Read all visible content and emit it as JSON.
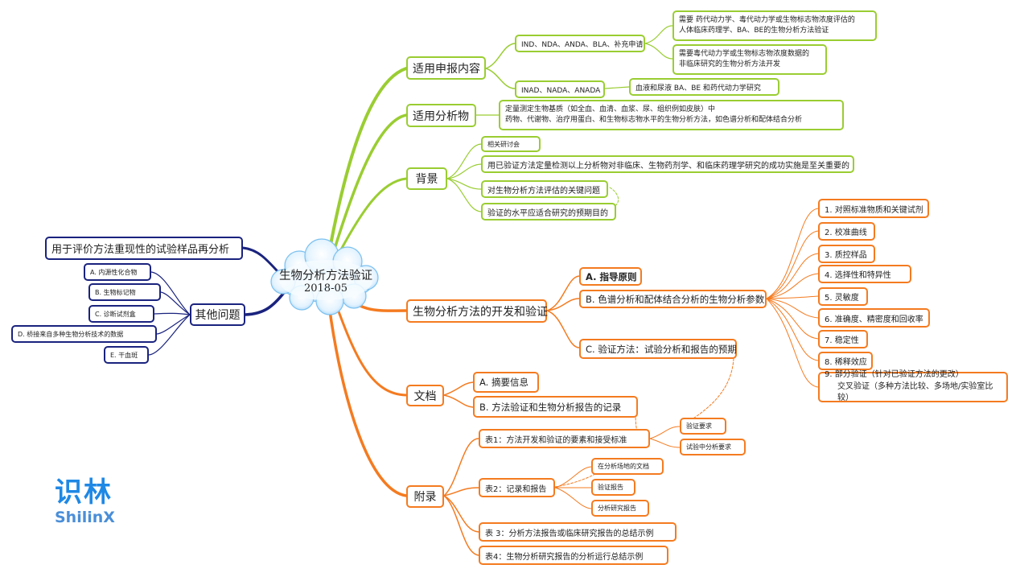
{
  "center": {
    "title": "生物分析方法验证",
    "date": "2018-05"
  },
  "branch_apply": {
    "label": "适用申报内容",
    "ind": {
      "label": "IND、NDA、ANDA、BLA、补充申请",
      "note1_line1": "需要 药代动力学、毒代动力学或生物标志物浓度评估的",
      "note1_line2": "人体临床药理学、BA、BE的生物分析方法验证",
      "note2_line1": "需要毒代动力学或生物标志物浓度数据的",
      "note2_line2": "非临床研究的生物分析方法开发"
    },
    "inad": {
      "label": "INAD、NADA、ANADA",
      "note": "血液和尿液 BA、BE 和药代动力学研究"
    }
  },
  "branch_analyte": {
    "label": "适用分析物",
    "line1": "定量测定生物基质（如全血、血清、血浆、尿、组织例如皮肤）中",
    "line2": "药物、代谢物、治疗用蛋白、和生物标志物水平的生物分析方法，如色谱分析和配体结合分析"
  },
  "branch_background": {
    "label": "背景",
    "items": [
      "相关研讨会",
      "用已验证方法定量检测以上分析物对非临床、生物药剂学、和临床药理学研究的成功实施是至关重要的",
      "对生物分析方法评估的关键问题",
      "验证的水平应适合研究的预期目的"
    ]
  },
  "branch_dev": {
    "label": "生物分析方法的开发和验证",
    "a": "A. 指导原则",
    "b": "B. 色谱分析和配体结合分析的生物分析参数",
    "c": "C. 验证方法：试验分析和报告的预期",
    "params": [
      "1. 对照标准物质和关键试剂",
      "2. 校准曲线",
      "3. 质控样品",
      "4. 选择性和特异性",
      "5. 灵敏度",
      "6. 准确度、精密度和回收率",
      "7. 稳定性",
      "8. 稀释效应"
    ],
    "param9_line1": "9. 部分验证（针对已验证方法的更改）",
    "param9_line2": "交叉验证（多种方法比较、多场地/实验室比较）"
  },
  "branch_docs": {
    "label": "文档",
    "a": "A. 摘要信息",
    "b": "B. 方法验证和生物分析报告的记录"
  },
  "branch_appendix": {
    "label": "附录",
    "t1": "表1：方法开发和验证的要素和接受标准",
    "t1_children": [
      "验证要求",
      "试验中分析要求"
    ],
    "t2": "表2：记录和报告",
    "t2_children": [
      "在分析场地的文档",
      "验证报告",
      "分析研究报告"
    ],
    "t3": "表 3：分析方法报告或临床研究报告的总结示例",
    "t4": "表4：生物分析研究报告的分析运行总结示例"
  },
  "branch_other": {
    "label": "其他问题",
    "reanalysis": "用于评价方法重现性的试验样品再分析",
    "items": [
      "A. 内源性化合物",
      "B. 生物标记物",
      "C. 诊断试剂盒",
      "D. 桥接来自多种生物分析技术的数据",
      "E. 干血斑"
    ]
  },
  "logo": {
    "cn": "识林",
    "en": "ShilinX"
  },
  "colors": {
    "green": "#9acd32",
    "orange": "#f47b20",
    "navy": "#1a237e",
    "cloud": "#bfe3ff",
    "logo": "#1e88e5"
  }
}
